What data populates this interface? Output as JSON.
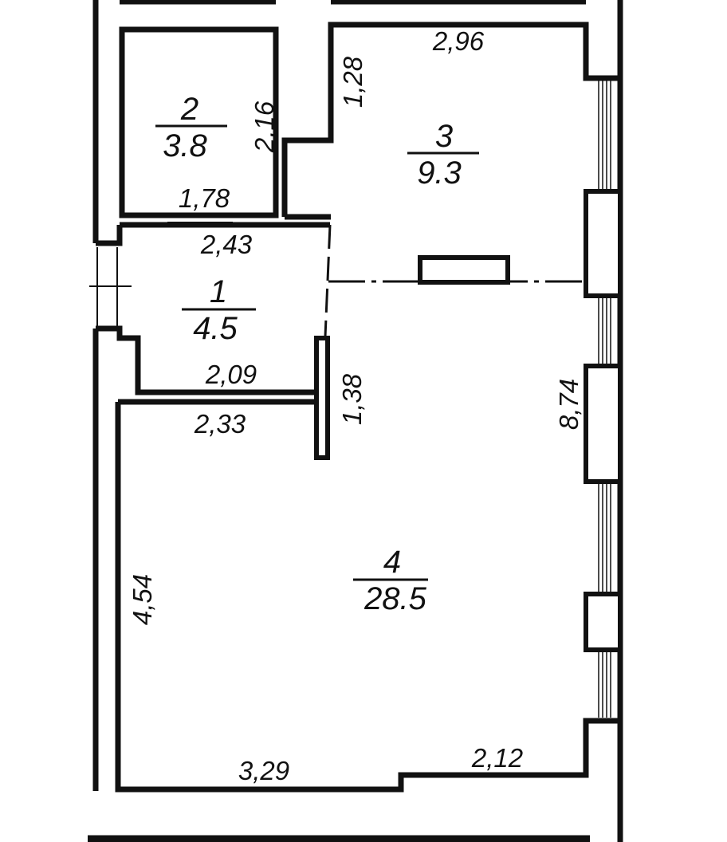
{
  "colors": {
    "wall": "#111111",
    "background": "#ffffff"
  },
  "rooms": [
    {
      "number": "1",
      "area": "4.5"
    },
    {
      "number": "2",
      "area": "3.8"
    },
    {
      "number": "3",
      "area": "9.3"
    },
    {
      "number": "4",
      "area": "28.5"
    }
  ],
  "dimensions": {
    "room2_height": "2,16",
    "room2_width": "1,78",
    "room3_top": "2,96",
    "room3_left_jog": "1,28",
    "hall_top": "2,43",
    "hall_bottom": "2,09",
    "partition_length": "1,38",
    "room4_top": "2,33",
    "room4_left": "4,54",
    "right_wall": "8,74",
    "room4_bottom_left": "3,29",
    "room4_bottom_right": "2,12"
  }
}
